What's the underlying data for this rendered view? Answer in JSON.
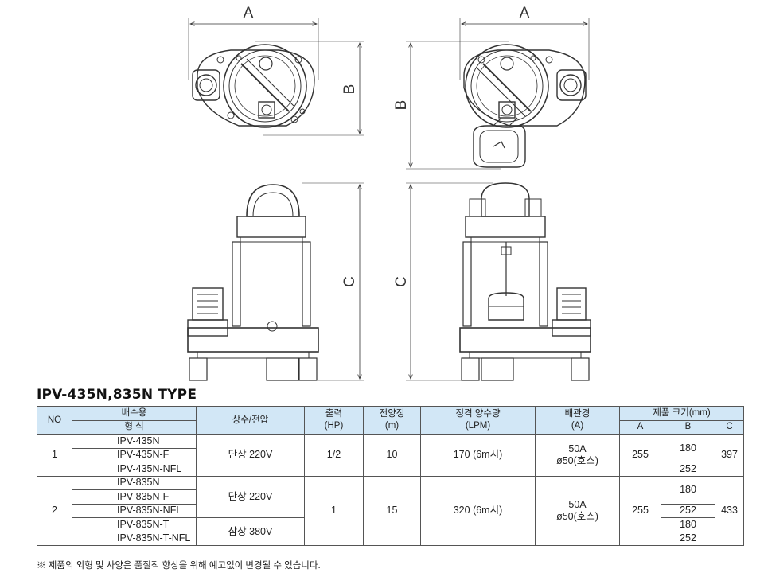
{
  "drawing": {
    "dim_labels": [
      "A",
      "A",
      "B",
      "B",
      "C",
      "C"
    ]
  },
  "title": "IPV-435N,835N TYPE",
  "table": {
    "header": {
      "no": "NO",
      "model_top": "배수용",
      "model_bottom": "형 식",
      "phase": "상수/전압",
      "output": "출력",
      "output_unit": "(HP)",
      "head": "전양정",
      "head_unit": "(m)",
      "capacity": "정격 양수량",
      "capacity_unit": "(LPM)",
      "pipe": "배관경",
      "pipe_unit": "(A)",
      "size": "제품 크기(mm)",
      "size_a": "A",
      "size_b": "B",
      "size_c": "C"
    },
    "group1": {
      "no": "1",
      "models": [
        "IPV-435N",
        "IPV-435N-F",
        "IPV-435N-NFL"
      ],
      "phase": "단상 220V",
      "output": "1/2",
      "head": "10",
      "capacity": "170 (6m시)",
      "pipe_line1": "50A",
      "pipe_line2": "ø50(호스)",
      "a": "255",
      "b1": "180",
      "b2": "252",
      "c": "397"
    },
    "group2": {
      "no": "2",
      "models": [
        "IPV-835N",
        "IPV-835N-F",
        "IPV-835N-NFL",
        "IPV-835N-T",
        "IPV-835N-T-NFL"
      ],
      "phase1": "단상 220V",
      "phase2": "삼상 380V",
      "output": "1",
      "head": "15",
      "capacity": "320 (6m시)",
      "pipe_line1": "50A",
      "pipe_line2": "ø50(호스)",
      "a": "255",
      "b1": "180",
      "b2": "252",
      "b3": "180",
      "b4": "252",
      "c": "433"
    }
  },
  "note": "※ 제품의 외형 및 사양은 품질적 향상을 위해 예고없이 변경될 수 있습니다.",
  "colors": {
    "header_bg": "#d2e7f6",
    "line": "#555555"
  }
}
